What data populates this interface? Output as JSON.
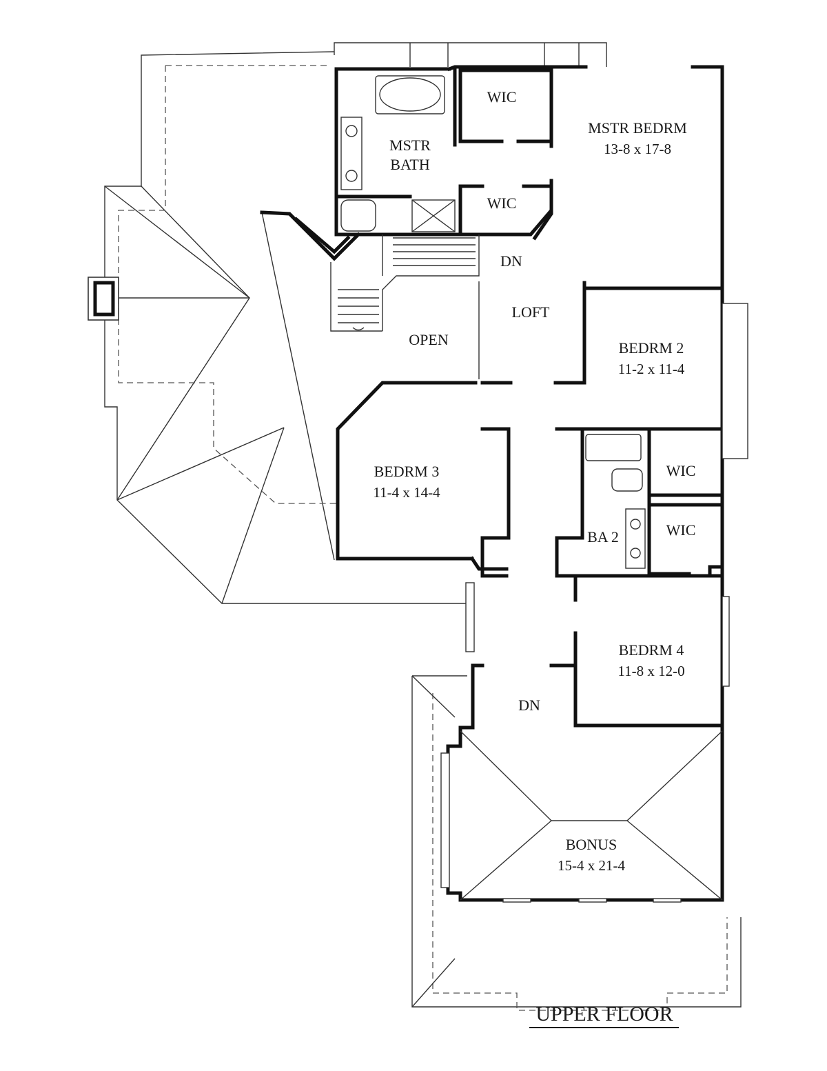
{
  "plan": {
    "title": "UPPER FLOOR",
    "rooms": {
      "master_bedroom": {
        "name": "MSTR BEDRM",
        "size": "13-8 x 17-8"
      },
      "master_bath": {
        "name_line1": "MSTR",
        "name_line2": "BATH"
      },
      "wic_master_top": {
        "name": "WIC"
      },
      "wic_master_bottom": {
        "name": "WIC"
      },
      "loft": {
        "name": "LOFT"
      },
      "open": {
        "name": "OPEN"
      },
      "bedroom_2": {
        "name": "BEDRM 2",
        "size": "11-2 x 11-4"
      },
      "bedroom_3": {
        "name": "BEDRM 3",
        "size": "11-4 x 14-4"
      },
      "bedroom_4": {
        "name": "BEDRM 4",
        "size": "11-8 x 12-0"
      },
      "wic_bedroom_2": {
        "name": "WIC"
      },
      "wic_bath_2": {
        "name": "WIC"
      },
      "bath_2": {
        "name": "BA 2"
      },
      "bonus": {
        "name": "BONUS",
        "size": "15-4 x 21-4"
      }
    },
    "stairs": {
      "main_down": "DN",
      "bonus_down": "DN"
    }
  }
}
